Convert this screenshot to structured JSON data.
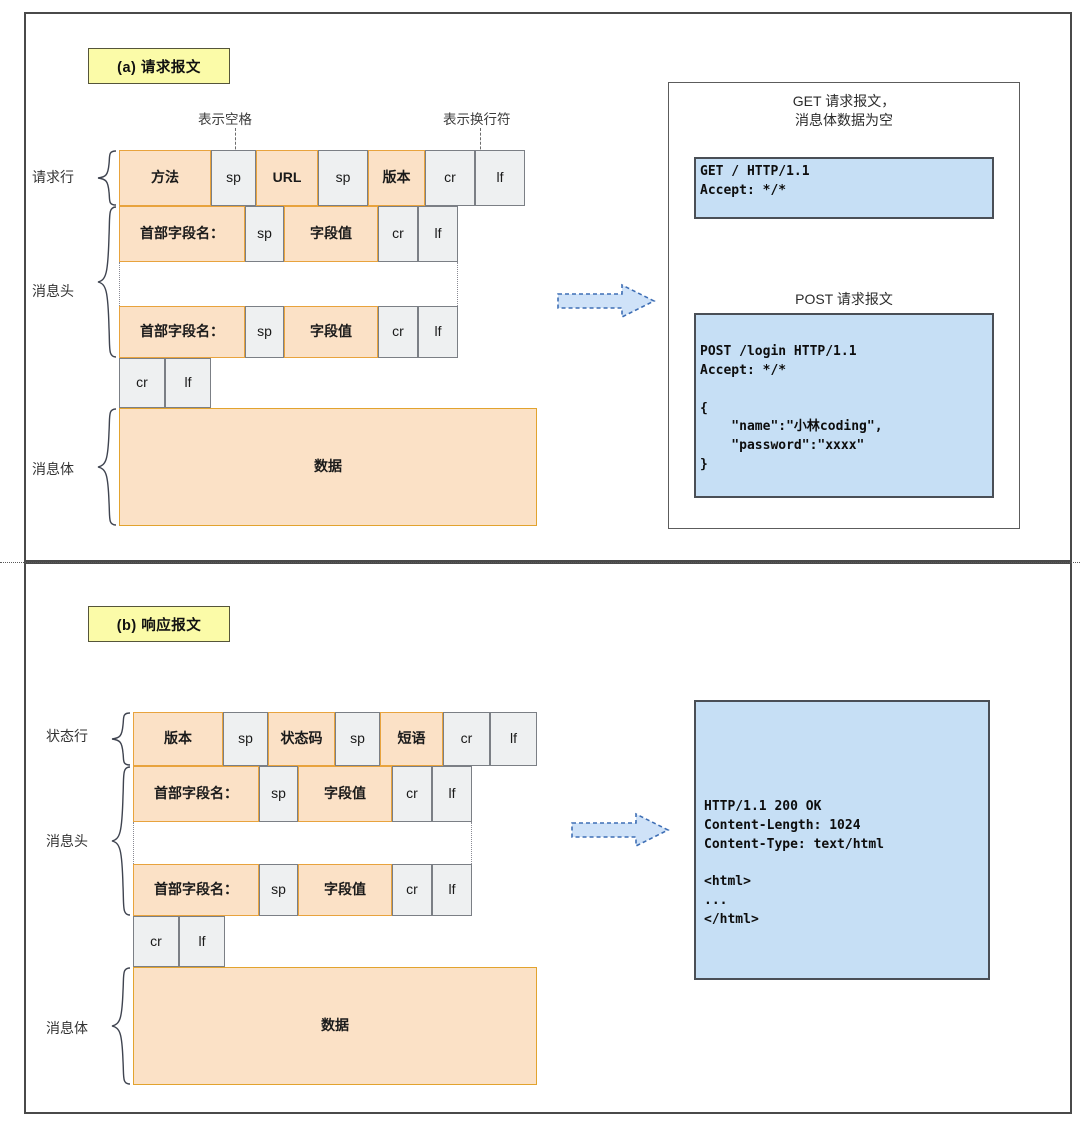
{
  "figure": {
    "sections": [
      {
        "id": "request",
        "chip_label": "(a) 请求报文",
        "annotations": {
          "space": "表示空格",
          "newline": "表示换行符"
        },
        "group_labels": {
          "start_line": "请求行",
          "headers": "消息头",
          "body": "消息体"
        },
        "start_line_cells": [
          {
            "text": "方法",
            "kind": "orange"
          },
          {
            "text": "sp",
            "kind": "grey"
          },
          {
            "text": "URL",
            "kind": "orange"
          },
          {
            "text": "sp",
            "kind": "grey"
          },
          {
            "text": "版本",
            "kind": "orange"
          },
          {
            "text": "cr",
            "kind": "grey"
          },
          {
            "text": "lf",
            "kind": "grey"
          }
        ],
        "header_cells": [
          {
            "text": "首部字段名：",
            "kind": "orange"
          },
          {
            "text": "sp",
            "kind": "grey"
          },
          {
            "text": "字段值",
            "kind": "orange"
          },
          {
            "text": "cr",
            "kind": "grey"
          },
          {
            "text": "lf",
            "kind": "grey"
          }
        ],
        "blank_line_cells": [
          {
            "text": "cr",
            "kind": "grey"
          },
          {
            "text": "lf",
            "kind": "grey"
          }
        ],
        "body_cell": {
          "text": "数据",
          "kind": "orange"
        }
      },
      {
        "id": "response",
        "chip_label": "(b) 响应报文",
        "group_labels": {
          "start_line": "状态行",
          "headers": "消息头",
          "body": "消息体"
        },
        "start_line_cells": [
          {
            "text": "版本",
            "kind": "orange"
          },
          {
            "text": "sp",
            "kind": "grey"
          },
          {
            "text": "状态码",
            "kind": "orange"
          },
          {
            "text": "sp",
            "kind": "grey"
          },
          {
            "text": "短语",
            "kind": "orange"
          },
          {
            "text": "cr",
            "kind": "grey"
          },
          {
            "text": "lf",
            "kind": "grey"
          }
        ],
        "header_cells": [
          {
            "text": "首部字段名：",
            "kind": "orange"
          },
          {
            "text": "sp",
            "kind": "grey"
          },
          {
            "text": "字段值",
            "kind": "orange"
          },
          {
            "text": "cr",
            "kind": "grey"
          },
          {
            "text": "lf",
            "kind": "grey"
          }
        ],
        "blank_line_cells": [
          {
            "text": "cr",
            "kind": "grey"
          },
          {
            "text": "lf",
            "kind": "grey"
          }
        ],
        "body_cell": {
          "text": "数据",
          "kind": "orange"
        }
      }
    ],
    "examples": {
      "get_caption": "GET 请求报文，\n消息体数据为空",
      "get_code": "GET / HTTP/1.1\nAccept: */*",
      "post_caption": "POST 请求报文",
      "post_code": "POST /login HTTP/1.1\nAccept: */*\n\n{\n    \"name\":\"小林coding\",\n    \"password\":\"xxxx\"\n}",
      "response_code": "HTTP/1.1 200 OK\nContent-Length: 1024\nContent-Type: text/html\n\n<html>\n...\n</html>"
    },
    "colors": {
      "orange_fill": "#fbe1c6",
      "orange_stroke": "#e8a33d",
      "grey_fill": "#eef0f1",
      "grey_stroke": "#7b7f85",
      "blue_fill": "#c6dff5",
      "blue_stroke": "#4a4f56",
      "chip_fill": "#fbfba8",
      "arrow_fill": "#cfe2f8",
      "arrow_stroke": "#3f6fb5"
    }
  }
}
